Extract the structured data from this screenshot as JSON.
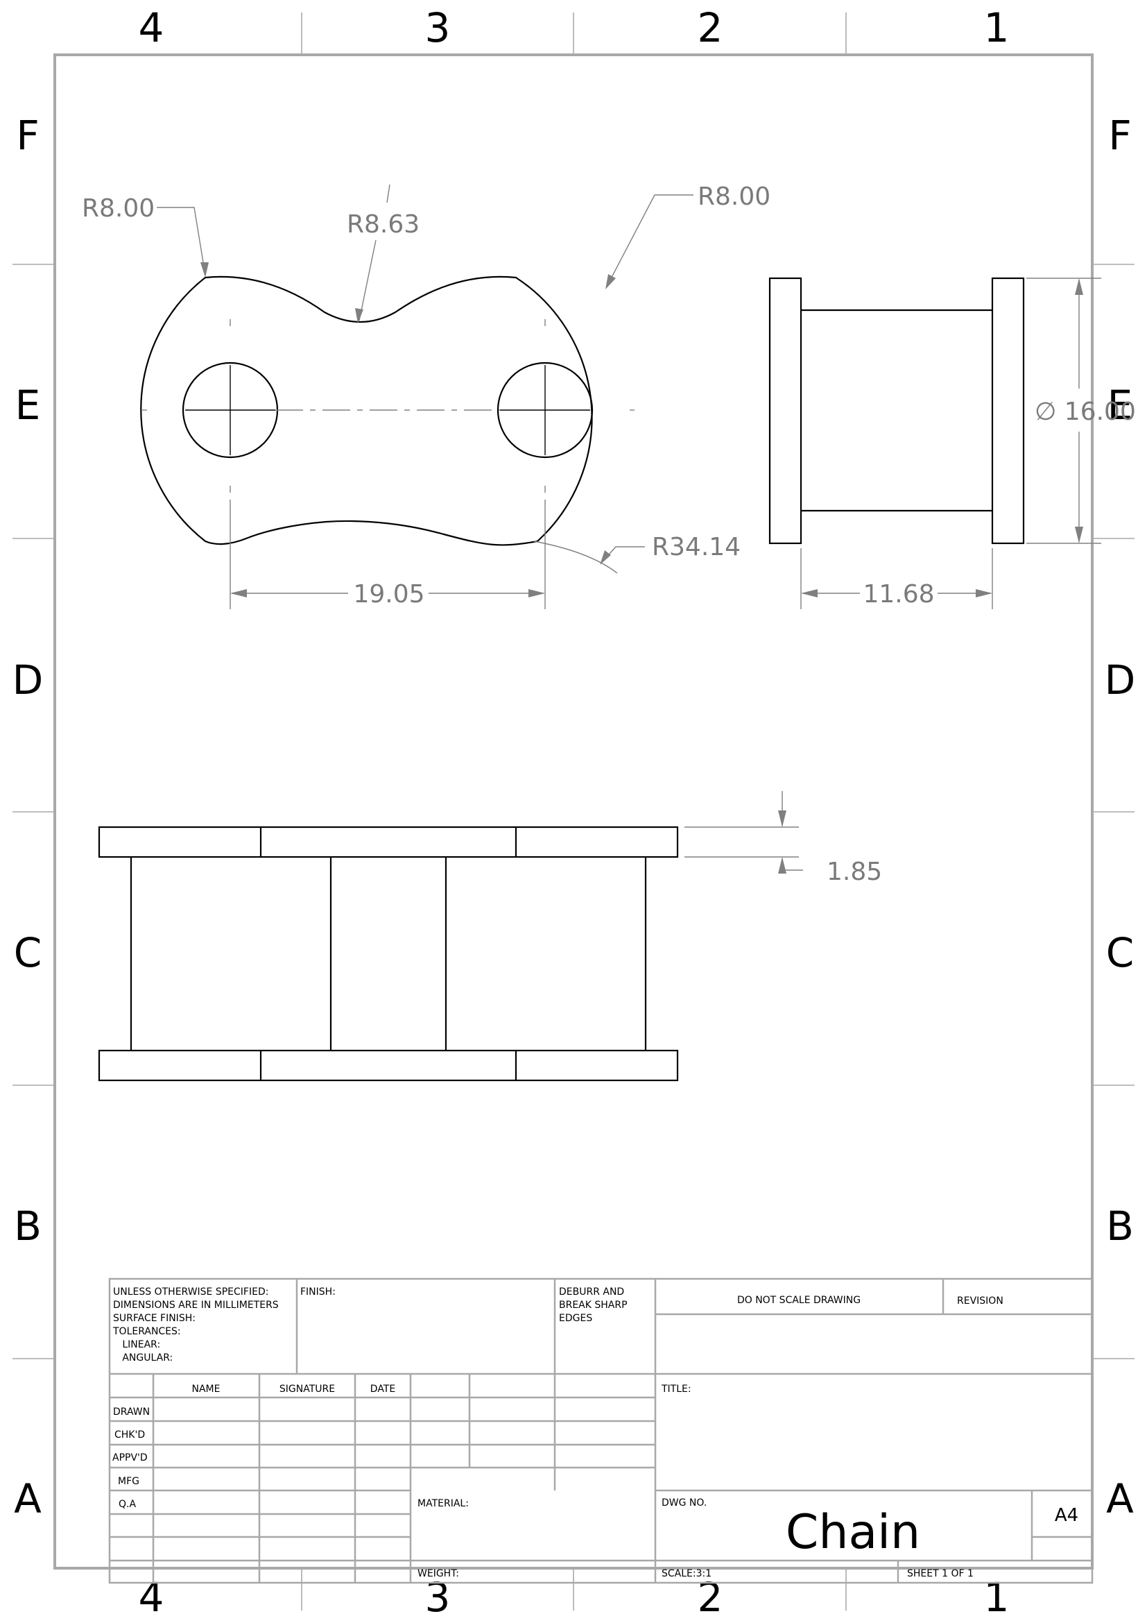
{
  "zones": {
    "columns": [
      "4",
      "3",
      "2",
      "1"
    ],
    "rows": [
      "F",
      "E",
      "D",
      "C",
      "B",
      "A"
    ]
  },
  "dimensions": {
    "r_left": "R8.00",
    "r_mid": "R8.63",
    "r_right": "R8.00",
    "r_bottom": "R34.14",
    "pitch": "19.05",
    "diameter": "∅ 16.00",
    "width": "11.68",
    "thickness": "1.85"
  },
  "title_block": {
    "notes": [
      "UNLESS OTHERWISE SPECIFIED:",
      "DIMENSIONS ARE IN MILLIMETERS",
      "SURFACE FINISH:",
      "TOLERANCES:",
      "   LINEAR:",
      "   ANGULAR:"
    ],
    "finish_label": "FINISH:",
    "deburr": [
      "DEBURR AND",
      "BREAK SHARP",
      "EDGES"
    ],
    "do_not_scale": "DO NOT SCALE DRAWING",
    "revision_label": "REVISION",
    "headers": [
      "NAME",
      "SIGNATURE",
      "DATE"
    ],
    "row_labels": [
      "DRAWN",
      "CHK'D",
      "APPV'D",
      "MFG",
      "Q.A"
    ],
    "title_label": "TITLE:",
    "material_label": "MATERIAL:",
    "weight_label": "WEIGHT:",
    "dwg_no_label": "DWG NO.",
    "dwg_name": "Chain",
    "sheet_size": "A4",
    "scale": "SCALE:3:1",
    "sheet": "SHEET 1 OF 1"
  }
}
